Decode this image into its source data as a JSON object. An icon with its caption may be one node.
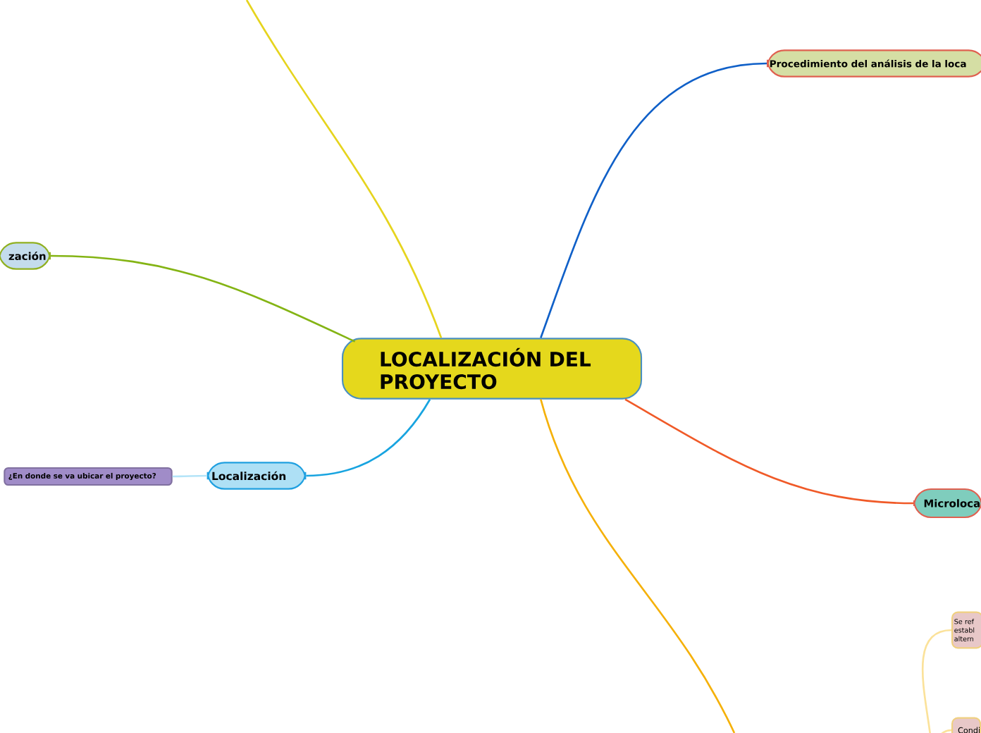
{
  "diagram": {
    "nodes": [
      {
        "text": [
          "LOCALIZACIÓN DEL PROYECTO"
        ]
      },
      {
        "text": [
          "Procedimiento del análisis de la loca"
        ]
      },
      {
        "text": [
          "Microloca"
        ]
      },
      {
        "text": [
          "Se ref establ altern"
        ]
      },
      {
        "text": [
          "Condi"
        ]
      },
      {
        "text": [
          "Localización"
        ]
      },
      {
        "text": [
          "¿En donde se va ubicar el proyecto?"
        ]
      },
      {
        "text": [
          "zación"
        ]
      }
    ],
    "edges": [
      {
        "from": 0,
        "to": 1,
        "arrow": "none",
        "color": "#1060c8"
      },
      {
        "from": 0,
        "to": 2,
        "arrow": "none",
        "color": "#f05a28"
      },
      {
        "from": 0,
        "to": null,
        "arrow": "none",
        "color": "#f5b10a"
      },
      {
        "from": 0,
        "to": null,
        "arrow": "none",
        "color": "#e6d41e"
      },
      {
        "from": 0,
        "to": 7,
        "arrow": "none",
        "color": "#84b414"
      },
      {
        "from": 0,
        "to": 5,
        "arrow": "none",
        "color": "#18a4e0"
      },
      {
        "from": 5,
        "to": 6,
        "arrow": "none",
        "color": "#b4e4f8"
      },
      {
        "from": null,
        "to": 3,
        "arrow": "none",
        "color": "#fbe29a"
      },
      {
        "from": null,
        "to": 4,
        "arrow": "none",
        "color": "#fbe29a"
      }
    ]
  }
}
